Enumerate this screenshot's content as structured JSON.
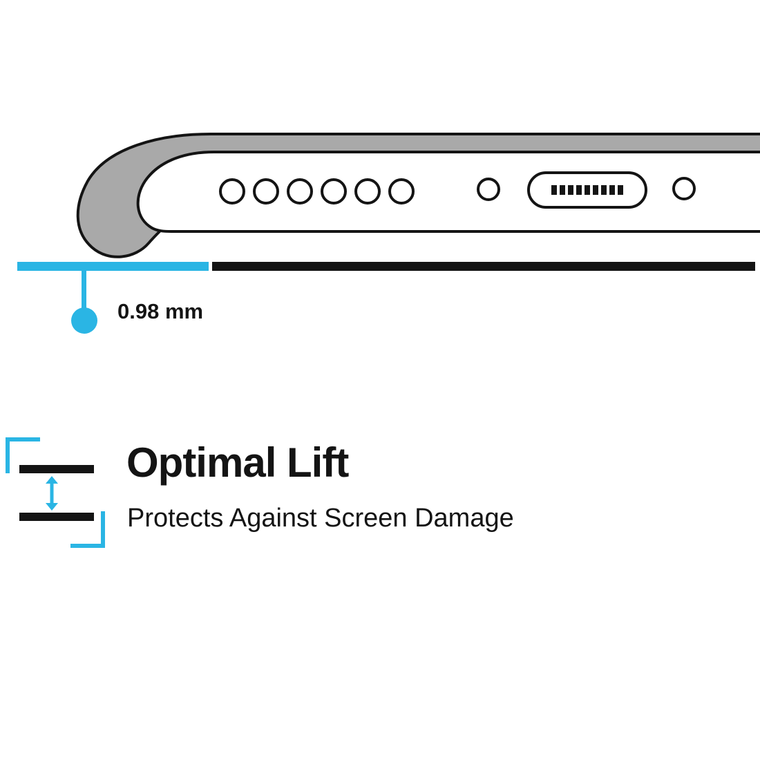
{
  "colors": {
    "accent": "#2ab5e4",
    "ink": "#141414",
    "case_gray": "#a9a9a9"
  },
  "measurement": {
    "value_label": "0.98 mm"
  },
  "feature": {
    "title": "Optimal Lift",
    "subtitle": "Protects Against Screen Damage"
  },
  "icons": {
    "phone_illustration": "phone-bottom-edge-in-case",
    "lift_gap_icon": "double-arrow-between-bars",
    "measure_marker": "cyan-pin-dot"
  }
}
